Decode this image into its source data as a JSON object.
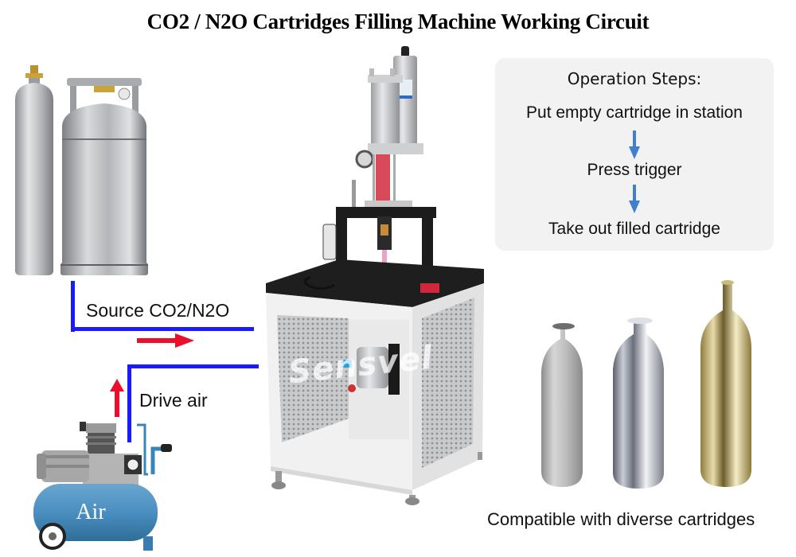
{
  "title": "CO2 / N2O Cartridges Filling Machine Working Circuit",
  "operation_steps": {
    "heading": "Operation Steps:",
    "steps": [
      "Put empty cartridge in station",
      "Press trigger",
      "Take out filled cartridge"
    ],
    "arrow_color": "#3f7fd0",
    "box_color": "#f2f2f2"
  },
  "flow": {
    "source_label": "Source CO2/N2O",
    "drive_label": "Drive air",
    "pipe_color": "#1a1aff",
    "arrow_color": "#e8102a"
  },
  "compressor": {
    "label": "Air",
    "tank_color": "#4a8fc0"
  },
  "machine": {
    "watermark": "Sensvel"
  },
  "cartridges": {
    "caption": "Compatible with diverse cartridges",
    "items": [
      "silver-matte",
      "chrome",
      "gold"
    ]
  }
}
